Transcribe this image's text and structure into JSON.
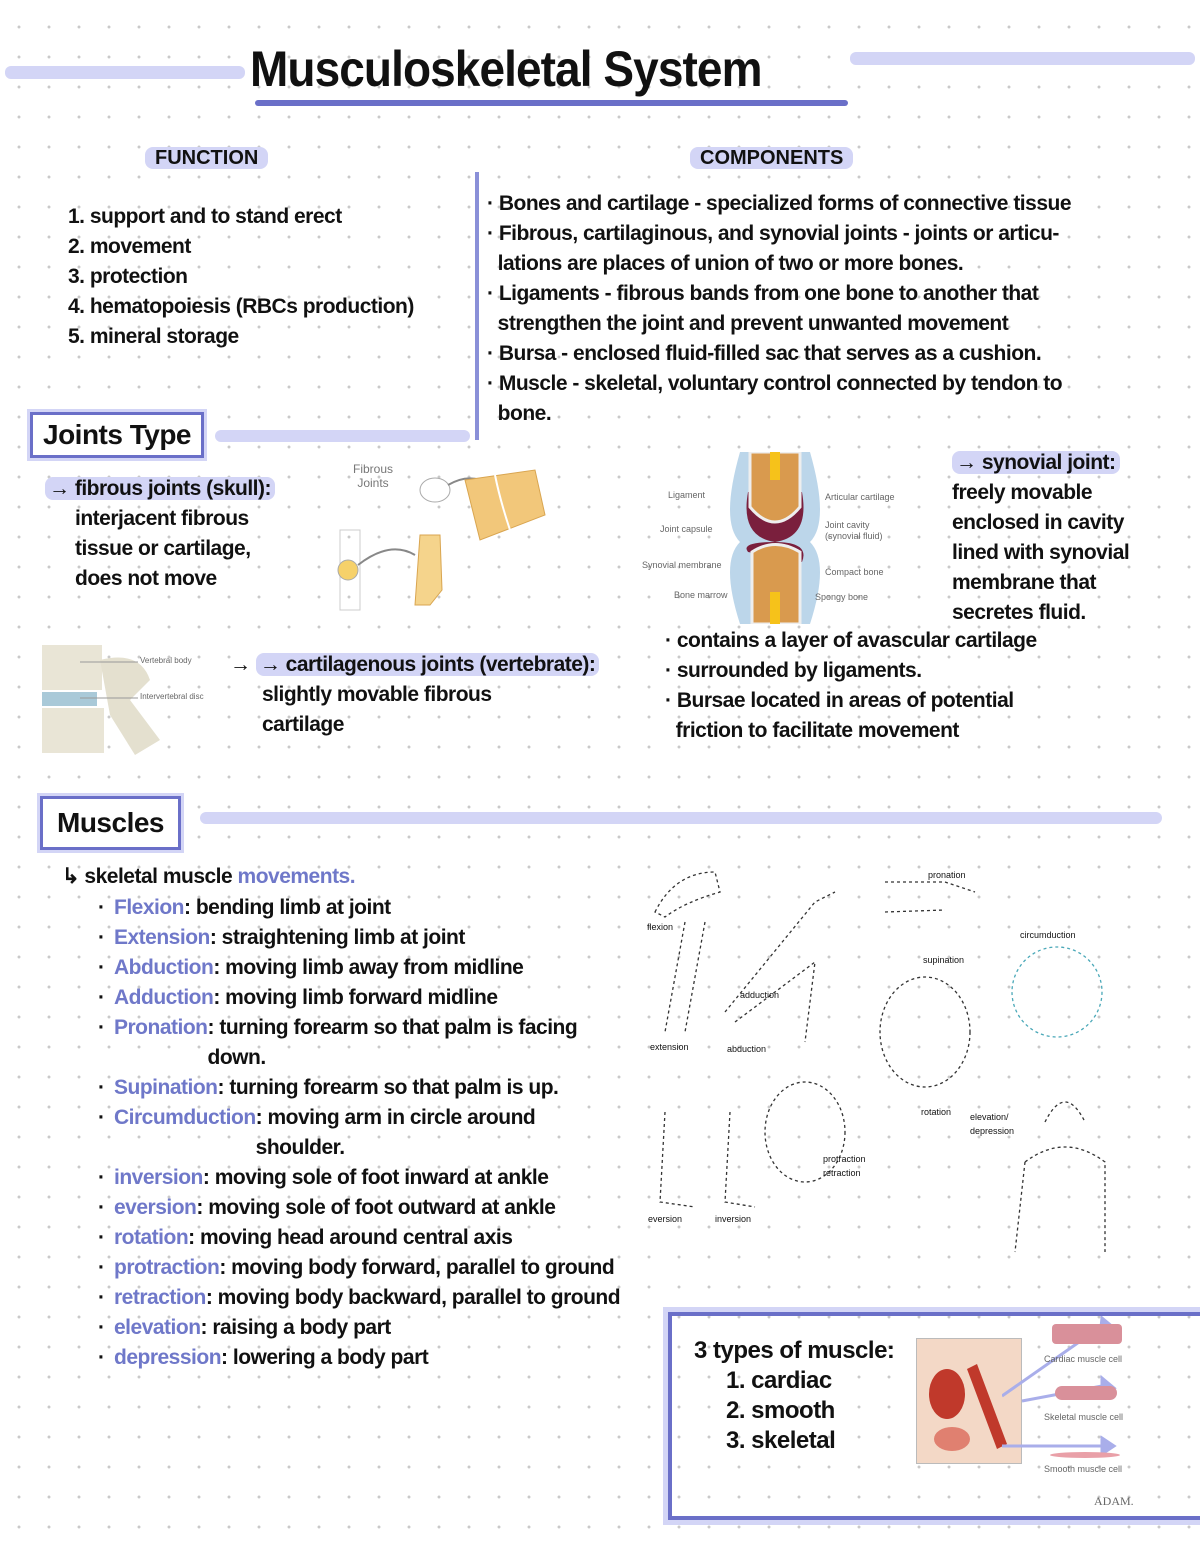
{
  "title": "Musculoskeletal System",
  "function": {
    "heading": "FUNCTION",
    "items": [
      "1. support and to stand erect",
      "2. movement",
      "3. protection",
      "4. hematopoiesis (RBCs production)",
      "5. mineral storage"
    ]
  },
  "components": {
    "heading": "COMPONENTS",
    "lines": [
      "· Bones and cartilage - specialized forms of connective tissue",
      "· Fibrous, cartilaginous, and synovial joints - joints or articu-",
      "  lations are places of union of two or more bones.",
      "· Ligaments - fibrous bands from one bone to another that",
      "  strengthen the joint and prevent unwanted movement",
      "· Bursa - enclosed fluid-filled sac that serves as a cushion.",
      "· Muscle - skeletal, voluntary control connected by tendon to",
      "  bone."
    ]
  },
  "joints": {
    "heading": "Joints Type",
    "fibrous": {
      "label": "→ fibrous joints (skull):",
      "lines": [
        "interjacent fibrous",
        "tissue or cartilage,",
        "does not move"
      ],
      "image_caption": "Fibrous Joints"
    },
    "cartilaginous": {
      "label": "→ cartilagenous joints (vertebrate):",
      "lines": [
        "slightly movable fibrous",
        "cartilage"
      ]
    },
    "synovial": {
      "label": "→ synovial joint:",
      "lines": [
        "freely movable",
        "enclosed in cavity",
        "lined with synovial",
        "membrane that",
        "secretes fluid."
      ],
      "bullets": [
        "· contains a layer of avascular cartilage",
        "· surrounded by ligaments.",
        "· Bursae located in areas of potential",
        "  friction to facilitate movement"
      ],
      "diagram_labels": [
        "Ligament",
        "Joint capsule",
        "Synovial membrane",
        "Bone marrow",
        "Articular cartilage",
        "Joint cavity (synovial fluid)",
        "Compact bone",
        "Spongy bone"
      ]
    },
    "vertebra_labels": [
      "Vertebral body",
      "Intervertebral disc"
    ]
  },
  "muscles": {
    "heading": "Muscles",
    "subheading": {
      "prefix": "↳ skeletal muscle ",
      "highlight": "movements."
    },
    "movements": [
      {
        "term": "Flexion",
        "desc": ": bending limb at joint"
      },
      {
        "term": "Extension",
        "desc": ": straightening limb at joint"
      },
      {
        "term": "Abduction",
        "desc": ": moving limb away from midline"
      },
      {
        "term": "Adduction",
        "desc": ": moving limb forward midline"
      },
      {
        "term": "Pronation",
        "desc": ": turning forearm so that palm is facing down."
      },
      {
        "term": "Supination",
        "desc": ": turning forearm so that palm is up."
      },
      {
        "term": "Circumduction",
        "desc": ": moving arm in circle around shoulder."
      },
      {
        "term": "inversion",
        "desc": ": moving sole of foot inward at ankle"
      },
      {
        "term": "eversion",
        "desc": ": moving sole of foot outward at ankle"
      },
      {
        "term": "rotation",
        "desc": ": moving head around central axis"
      },
      {
        "term": "protraction",
        "desc": ": moving body forward, parallel to ground"
      },
      {
        "term": "retraction",
        "desc": ": moving body backward, parallel to ground"
      },
      {
        "term": "elevation",
        "desc": ": raising a body part"
      },
      {
        "term": "depression",
        "desc": ": lowering a body part"
      }
    ],
    "figure_labels": {
      "flexion": "flexion",
      "extension": "extension",
      "adduction": "adduction",
      "abduction": "abduction",
      "pronation": "pronation",
      "supination": "supination",
      "circumduction": "circumduction",
      "rotation": "rotation",
      "elevation": "elevation/",
      "depression": "depression",
      "protraction": "protraction",
      "retraction": "retraction",
      "eversion": "eversion",
      "inversion": "inversion"
    },
    "types": {
      "heading": "3 types of muscle:",
      "items": [
        "1. cardiac",
        "2. smooth",
        "3. skeletal"
      ],
      "image_labels": [
        "Cardiac muscle cell",
        "Skeletal muscle cell",
        "Smooth muscle cell"
      ],
      "logo": "ADAM."
    }
  },
  "colors": {
    "accent": "#6a6fc8",
    "highlight": "#d3d5f6",
    "term": "#6f78c9"
  }
}
